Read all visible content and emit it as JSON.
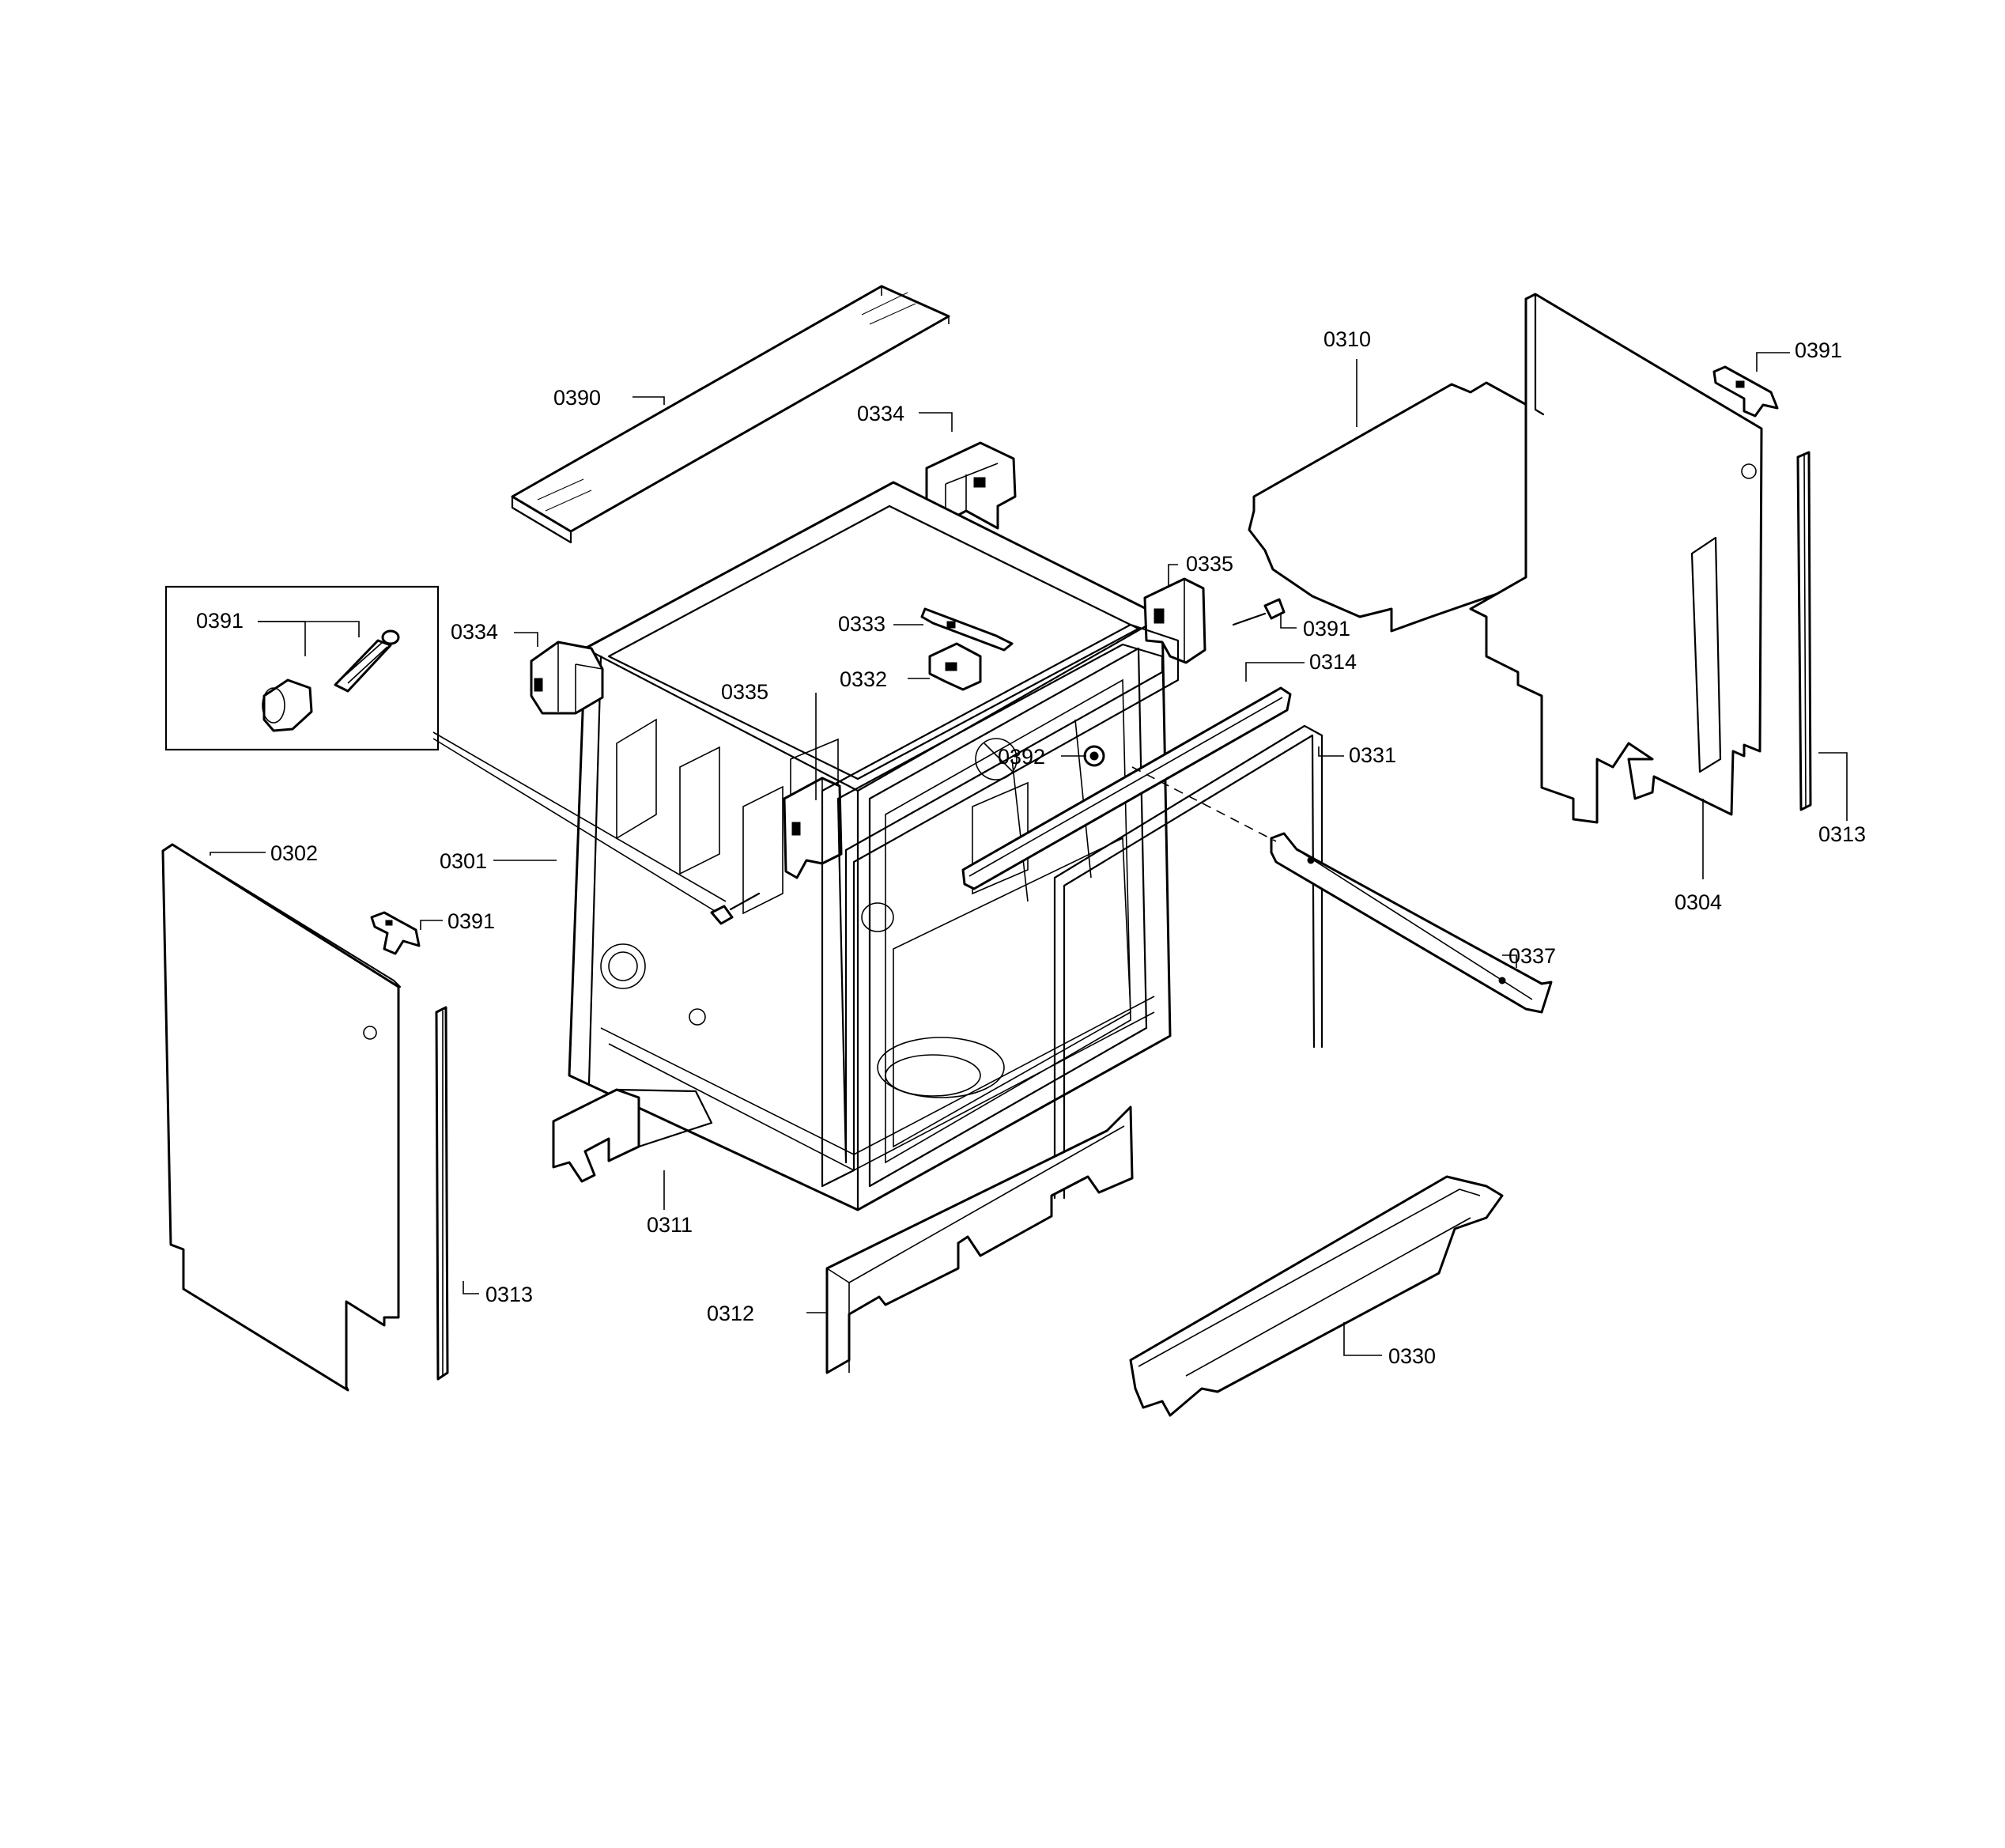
{
  "callouts": {
    "c0390": "0390",
    "c0334_top": "0334",
    "c0310": "0310",
    "c0391_topright": "0391",
    "c0391_inset": "0391",
    "c0334_left": "0334",
    "c0333": "0333",
    "c0335_right": "0335",
    "c0391_mid": "0391",
    "c0332": "0332",
    "c0314": "0314",
    "c0335_left": "0335",
    "c0392": "0392",
    "c0331": "0331",
    "c0313_right": "0313",
    "c0302": "0302",
    "c0301": "0301",
    "c0304": "0304",
    "c0391_left": "0391",
    "c0337": "0337",
    "c0313_left": "0313",
    "c0311": "0311",
    "c0312": "0312",
    "c0330": "0330"
  }
}
